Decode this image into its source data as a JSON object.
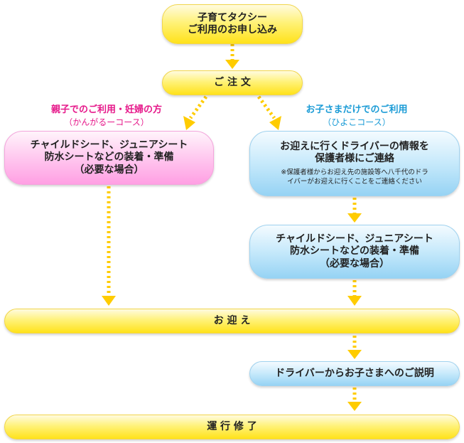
{
  "nodes": {
    "apply": {
      "line1": "子育てタクシー",
      "line2": "ご利用のお申し込み"
    },
    "order": {
      "text": "ご 注 文"
    },
    "pink_box": {
      "line1": "チャイルドシード、ジュニアシート",
      "line2": "防水シートなどの装着・準備",
      "line3": "（必要な場合）"
    },
    "blue_contact": {
      "line1": "お迎えに行くドライバーの情報を",
      "line2": "保護者様にご連絡",
      "note1": "※保護者様からお迎え先の施設等へ八千代のドラ",
      "note2": "イバーがお迎えに行くことをご連絡ください"
    },
    "blue_prep": {
      "line1": "チャイルドシード、ジュニアシート",
      "line2": "防水シートなどの装着・準備",
      "line3": "（必要な場合）"
    },
    "pickup": {
      "text": "お 迎 え"
    },
    "explain": {
      "text": "ドライバーからお子さまへのご説明"
    },
    "finish": {
      "text": "運 行 修 了"
    }
  },
  "labels": {
    "pink": {
      "title": "親子でのご利用・妊婦の方",
      "sub": "（かんがるーコース）"
    },
    "blue": {
      "title": "お子さまだけでのご利用",
      "sub": "（ひよこコース）"
    }
  },
  "colors": {
    "arrow": "#ffcc00",
    "pink_label": "#e6188a",
    "blue_label": "#1a9bd6"
  }
}
